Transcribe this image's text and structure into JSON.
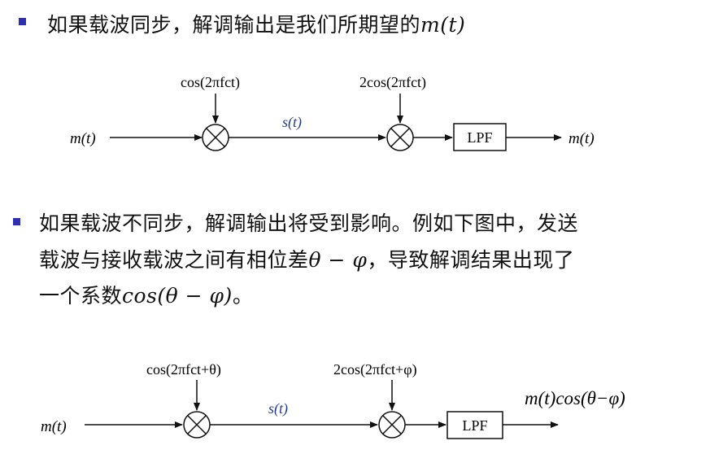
{
  "bullet1": {
    "text": "如果载波同步，解调输出是我们所期望的",
    "math": "m(t)"
  },
  "diagram1": {
    "input_label": "m(t)",
    "carrier_label": "cos(2πfct)",
    "signal_label": "s(t)",
    "demod_carrier_label": "2cos(2πfct)",
    "filter_label": "LPF",
    "output_label": "m(t)"
  },
  "bullet2": {
    "line1": "如果载波不同步，解调输出将受到影响。例如下图中，发送",
    "line2_a": "载波与接收载波之间有相位差",
    "line2_math": "θ − φ",
    "line2_b": "，导致解调结果出现了",
    "line3_a": "一个系数",
    "line3_math": "cos(θ − φ)",
    "line3_b": "。"
  },
  "diagram2": {
    "input_label": "m(t)",
    "carrier_label": "cos(2πfct+θ)",
    "signal_label": "s(t)",
    "demod_carrier_label": "2cos(2πfct+φ)",
    "filter_label": "LPF",
    "output_label": "m(t)cos(θ−φ)"
  },
  "colors": {
    "bullet": "#2f2fb0",
    "signal_label": "#1f3a8f",
    "text": "#111111"
  }
}
